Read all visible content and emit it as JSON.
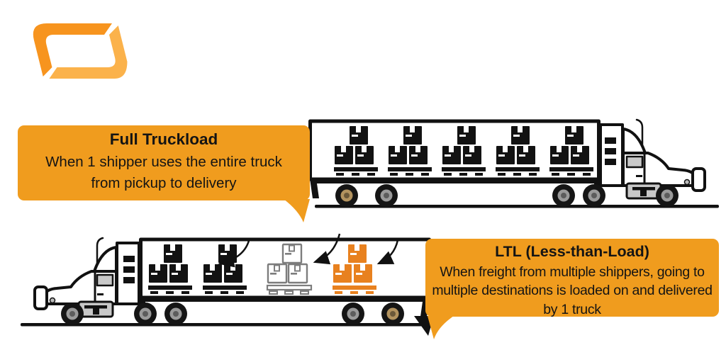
{
  "colors": {
    "label_bg": "#F09C1E",
    "logo_dark": "#F7941E",
    "logo_light": "#FBB24B",
    "pallet_black": "#121212",
    "pallet_outline": "#7D7D7D",
    "pallet_orange": "#E8811F",
    "truck_outline": "#111111",
    "truck_body": "#FFFFFF",
    "window_gray": "#C9C9C9",
    "wheel_hub_tan": "#B3935F",
    "wheel_hub_gray": "#9A9A9A"
  },
  "logo": {
    "name": "company-logo"
  },
  "sections": {
    "full_truckload": {
      "title": "Full Truckload",
      "lines": [
        "When 1 shipper uses the entire truck",
        "from pickup to delivery"
      ]
    },
    "ltl": {
      "title": "LTL (Less-than-Load)",
      "lines": [
        "When freight from multiple shippers, going to",
        "multiple destinations is loaded on and delivered",
        "by 1 truck"
      ]
    }
  },
  "trucks": {
    "top": {
      "direction": "right",
      "pallets": [
        "black",
        "black",
        "black",
        "black",
        "black"
      ]
    },
    "bottom": {
      "direction": "left",
      "pallets": [
        "black",
        "black",
        "outline",
        "orange"
      ],
      "arrow_count": 3
    }
  }
}
